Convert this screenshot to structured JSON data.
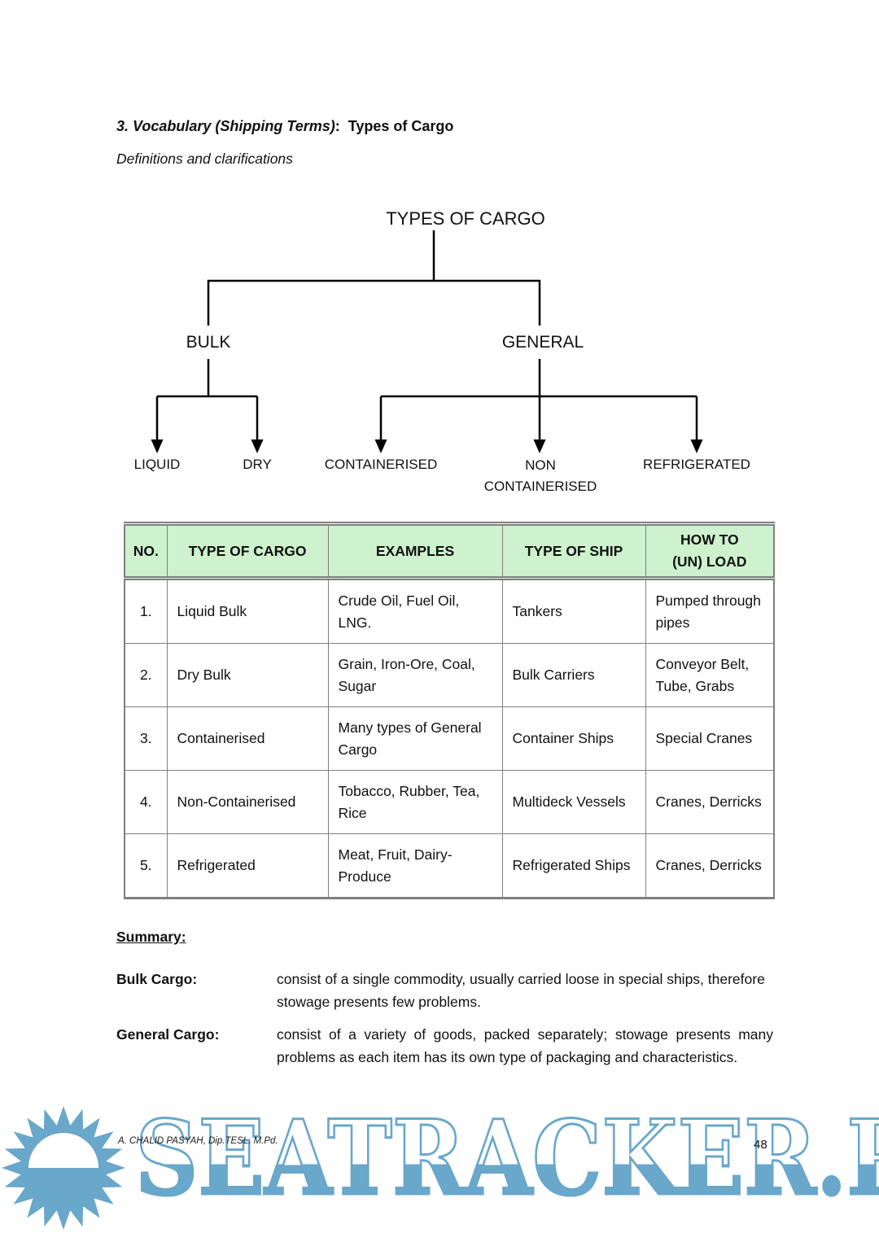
{
  "document": {
    "title_italic": "3. Vocabulary (Shipping Terms)",
    "title_rest": ":  Types of Cargo",
    "subtitle": "Definitions and clarifications",
    "footer_credit": "A. CHALID PASYAH, Dip.TESL. M.Pd.",
    "page_number": "48"
  },
  "diagram": {
    "root": "TYPES OF CARGO",
    "branch_left": "BULK",
    "branch_right": "GENERAL",
    "leaf_liquid": "LIQUID",
    "leaf_dry": "DRY",
    "leaf_containerised": "CONTAINERISED",
    "leaf_non_containerised": "NON CONTAINERISED",
    "leaf_refrigerated": "REFRIGERATED"
  },
  "table": {
    "headers": {
      "no": "NO.",
      "type": "TYPE OF CARGO",
      "examples": "EXAMPLES",
      "ship": "TYPE OF SHIP",
      "load_line1": "HOW TO",
      "load_line2": "(UN) LOAD"
    },
    "rows": [
      {
        "no": "1.",
        "type": "Liquid Bulk",
        "examples": "Crude Oil, Fuel Oil, LNG.",
        "ship": "Tankers",
        "load": "Pumped through pipes"
      },
      {
        "no": "2.",
        "type": "Dry Bulk",
        "examples": "Grain, Iron-Ore, Coal, Sugar",
        "ship": "Bulk Carriers",
        "load": "Conveyor Belt, Tube, Grabs"
      },
      {
        "no": "3.",
        "type": "Containerised",
        "examples": "Many types of General Cargo",
        "ship": "Container Ships",
        "load": "Special Cranes"
      },
      {
        "no": "4.",
        "type": "Non-Containerised",
        "examples": "Tobacco, Rubber, Tea, Rice",
        "ship": "Multideck Vessels",
        "load": "Cranes, Derricks"
      },
      {
        "no": "5.",
        "type": "Refrigerated",
        "examples": "Meat, Fruit, Dairy-Produce",
        "ship": "Refrigerated Ships",
        "load": "Cranes, Derricks"
      }
    ]
  },
  "summary": {
    "heading": "Summary:",
    "items": [
      {
        "term": "Bulk Cargo:",
        "lines": [
          "consist of a single commodity, usually carried loose in special ships, therefore",
          "stowage presents few problems."
        ]
      },
      {
        "term": "General Cargo:",
        "lines": [
          "consist of a variety of goods, packed separately; stowage presents many",
          "problems as each item has its own type of packaging and characteristics."
        ]
      }
    ]
  },
  "watermark": {
    "text": "SEATRACKER.RU",
    "blue": "#69a7cb"
  },
  "colors": {
    "table_header_bg": "#cdf2cd",
    "table_border": "#7f7f7f",
    "text": "#111111"
  }
}
